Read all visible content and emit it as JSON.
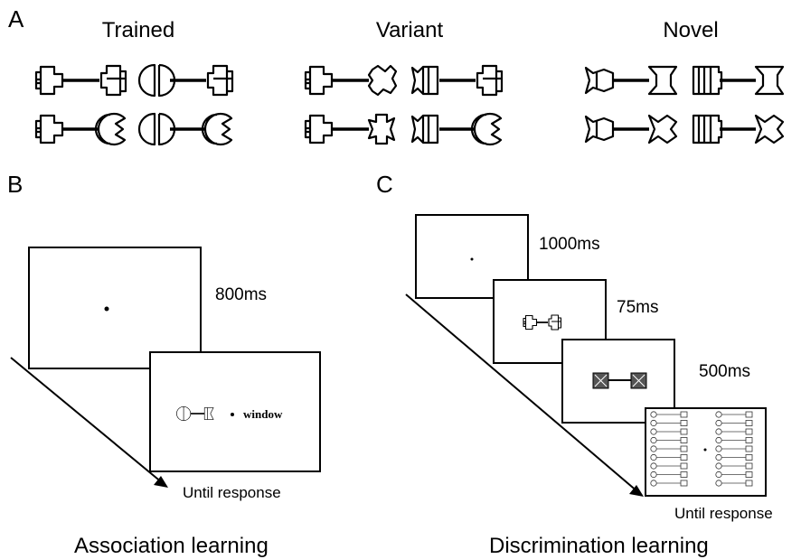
{
  "panel_a": {
    "letter": "A",
    "sets": [
      {
        "title": "Trained",
        "stimuli": [
          [
            "plug",
            "cross"
          ],
          [
            "bowl",
            "cross"
          ],
          [
            "plug",
            "pac"
          ],
          [
            "bowl",
            "pac"
          ]
        ]
      },
      {
        "title": "Variant",
        "stimuli": [
          [
            "plug",
            "star"
          ],
          [
            "claw",
            "cross"
          ],
          [
            "plug",
            "plus"
          ],
          [
            "claw",
            "pac"
          ]
        ]
      },
      {
        "title": "Novel",
        "stimuli": [
          [
            "bow",
            "hour"
          ],
          [
            "column",
            "hour"
          ],
          [
            "bow",
            "bowtie"
          ],
          [
            "column",
            "bowtie"
          ]
        ]
      }
    ]
  },
  "panel_b": {
    "letter": "B",
    "fixation_duration": "800ms",
    "word": "window",
    "response_label": "Until response",
    "caption": "Association learning"
  },
  "panel_c": {
    "letter": "C",
    "durations": [
      "1000ms",
      "75ms",
      "500ms"
    ],
    "response_label": "Until response",
    "caption": "Discrimination learning"
  }
}
